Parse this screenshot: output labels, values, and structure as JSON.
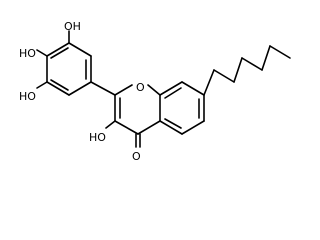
{
  "diagram": {
    "type": "chemical-structure",
    "colors": {
      "bond": "#000000",
      "background": "#ffffff"
    },
    "labels": {
      "oh_top": "OH",
      "ho_left_upper": "HO",
      "ho_left_lower": "HO",
      "ho_bottom": "HO",
      "ring_o": "O",
      "carbonyl_o": "O"
    }
  }
}
